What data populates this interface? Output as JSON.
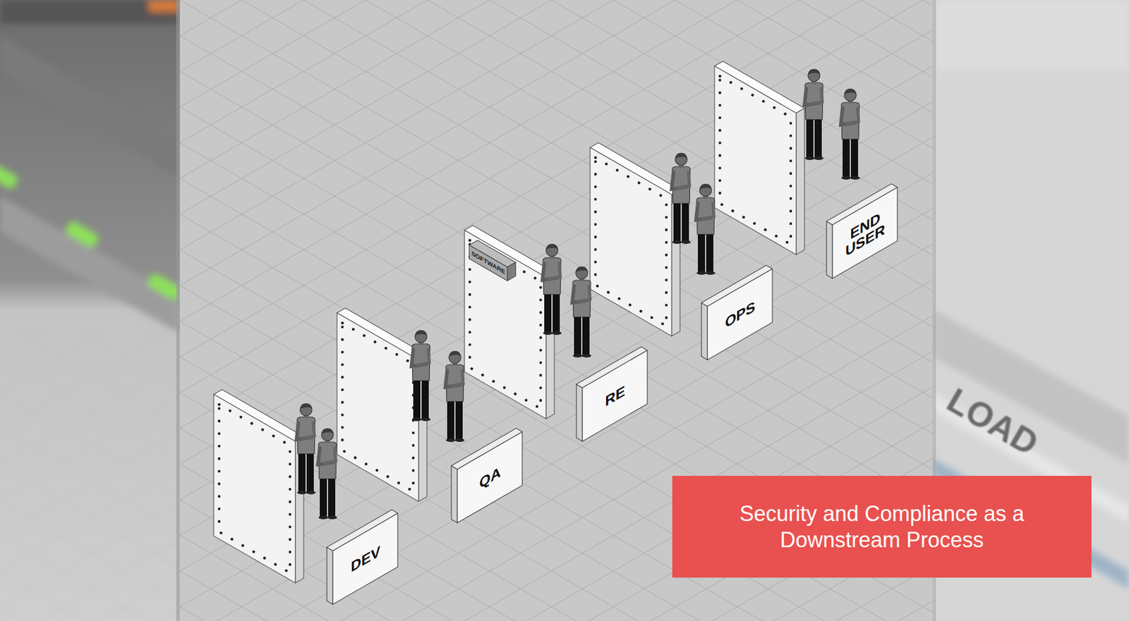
{
  "diagram": {
    "nodes": [
      {
        "text": [
          "DEV"
        ]
      },
      {
        "text": [
          "QA"
        ]
      },
      {
        "text": [
          "SOFTWARE"
        ]
      },
      {
        "text": [
          "RE"
        ]
      },
      {
        "text": [
          "OPS"
        ]
      },
      {
        "text": [
          "END USER"
        ]
      },
      {
        "text": [
          "Security and Compliance as a Downstream Process"
        ]
      }
    ],
    "labels": [
      "LOAD"
    ]
  }
}
